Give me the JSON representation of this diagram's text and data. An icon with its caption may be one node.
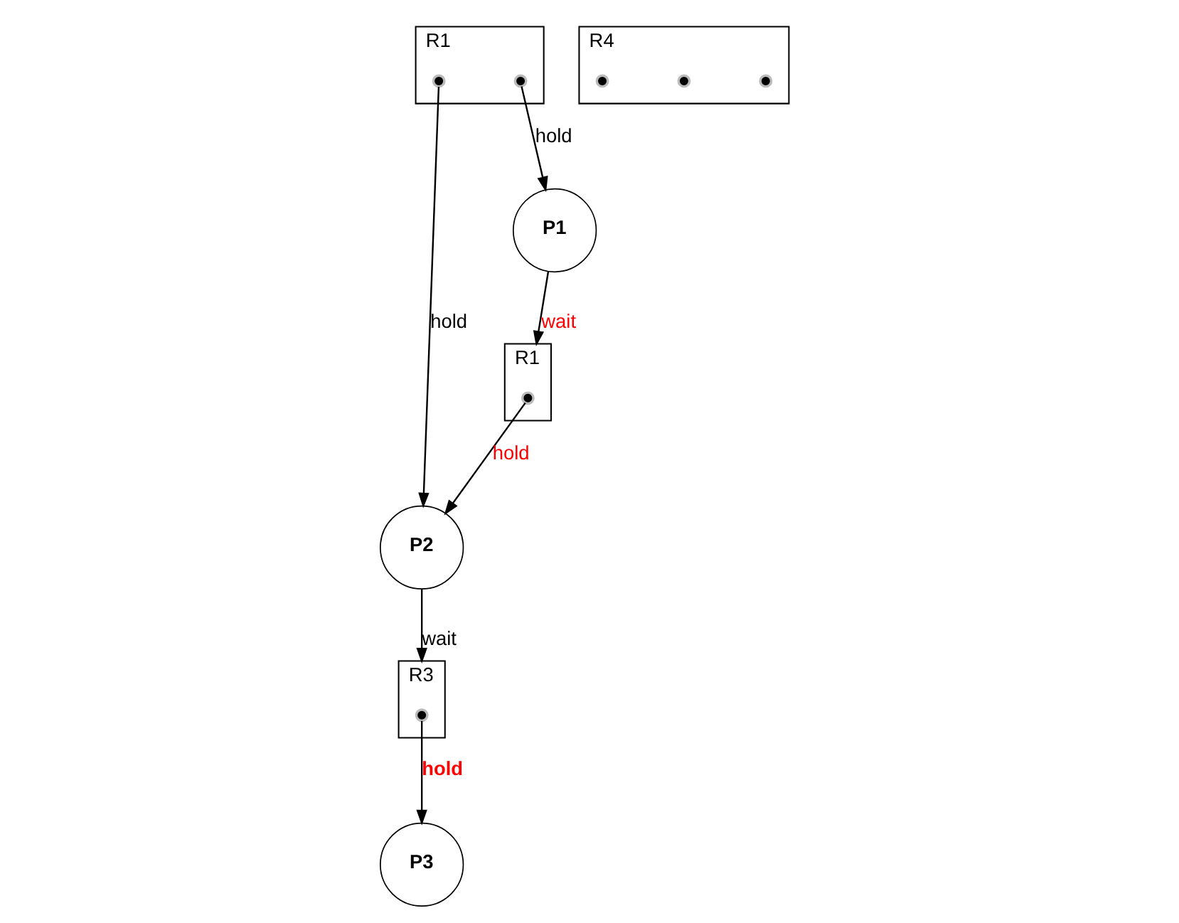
{
  "diagram": {
    "nodes": [
      {
        "text": [],
        "shape": "box",
        "beside": [
          "R1"
        ]
      },
      {
        "text": [],
        "shape": "circle",
        "in": 0
      },
      {
        "text": [],
        "shape": "box",
        "beside": [
          "R3"
        ]
      },
      {
        "text": [],
        "shape": "circle",
        "in": 2
      },
      {
        "text": [
          "P1"
        ]
      },
      {
        "text": [
          "P2"
        ]
      },
      {
        "text": [
          "P3"
        ]
      },
      {
        "text": [],
        "shape": "box",
        "beside": [
          "R1"
        ]
      },
      {
        "text": [],
        "shape": "circle",
        "in": 7
      },
      {
        "text": [],
        "shape": "circle",
        "in": 7
      },
      {
        "text": [],
        "shape": "box",
        "beside": [
          "R4"
        ]
      },
      {
        "text": [],
        "shape": "circle",
        "in": 10
      },
      {
        "text": [],
        "shape": "circle",
        "in": 10
      },
      {
        "text": [],
        "shape": "circle",
        "in": 10
      }
    ],
    "edges": [
      {
        "from": 4,
        "to": 0,
        "arrow": "to",
        "label": "wait"
      },
      {
        "from": 1,
        "to": 5,
        "arrow": "to",
        "label": "hold"
      },
      {
        "from": 5,
        "to": 2,
        "arrow": "to",
        "label": "wait"
      },
      {
        "from": 3,
        "to": 6,
        "arrow": "to",
        "label": "hold"
      },
      {
        "from": 9,
        "to": 4,
        "arrow": "to",
        "label": "hold"
      },
      {
        "from": 8,
        "to": 5,
        "arrow": "to",
        "label": "hold"
      }
    ]
  }
}
